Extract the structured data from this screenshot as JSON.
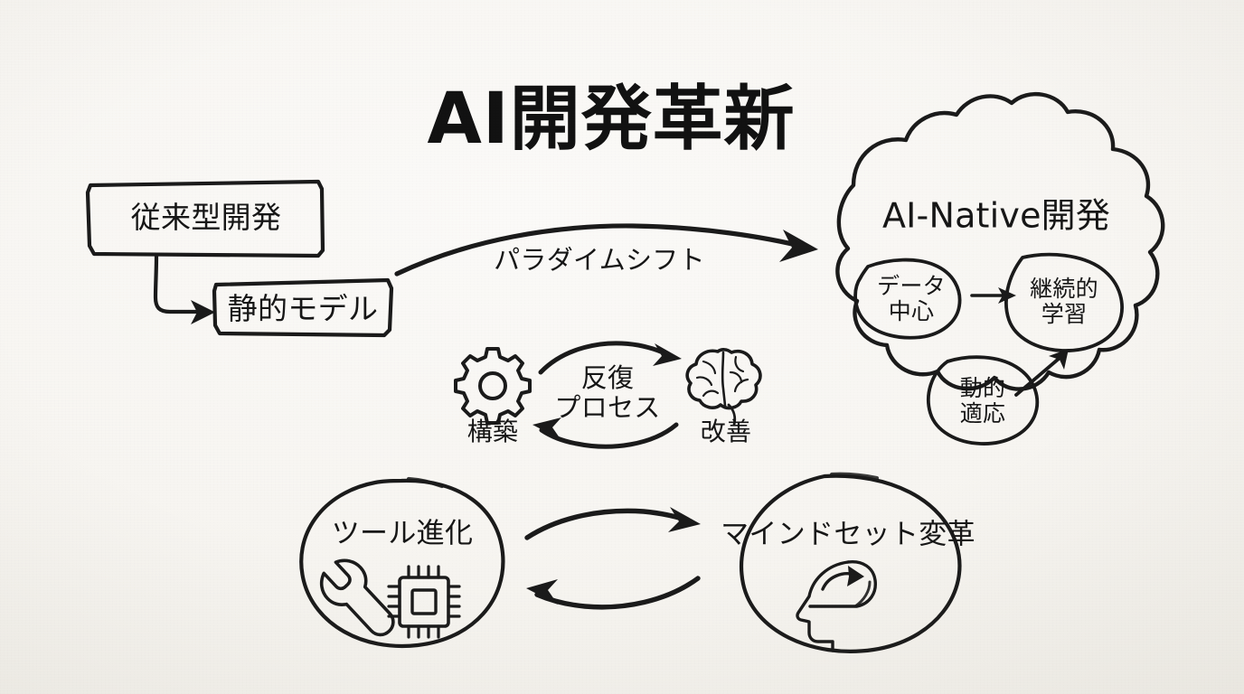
{
  "meta": {
    "title": "AI開発革新",
    "ink_color": "#1b1b1b",
    "paper_color": "#f7f5f1"
  },
  "legacy": {
    "box_primary": "従来型開発",
    "box_secondary": "静的モデル"
  },
  "transition": {
    "label": "パラダイムシフト"
  },
  "cloud": {
    "title": "AI-Native開発",
    "bubbles": [
      {
        "id": "data-centric",
        "label": "データ\n中心"
      },
      {
        "id": "continuous-learning",
        "label": "継続的\n学習"
      },
      {
        "id": "dynamic-adaptation",
        "label": "動的\n適応"
      }
    ]
  },
  "cycle": {
    "label": "反復\nプロセス",
    "nodes": [
      {
        "id": "build",
        "icon": "gear-icon",
        "label": "構築"
      },
      {
        "id": "improve",
        "icon": "brain-icon",
        "label": "改善"
      }
    ]
  },
  "bottom": {
    "left": {
      "label": "ツール進化",
      "icons": [
        "wrench-icon",
        "microchip-icon"
      ]
    },
    "right": {
      "label": "マインドセット変革",
      "icons": [
        "head-arrow-icon"
      ]
    }
  }
}
